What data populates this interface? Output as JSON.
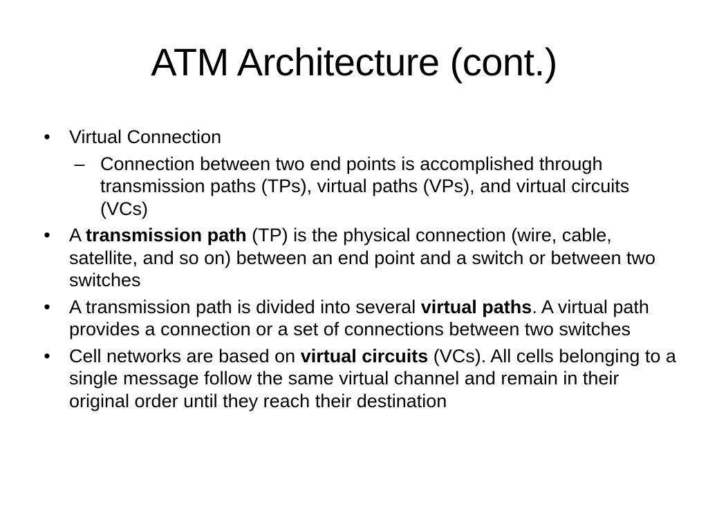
{
  "slide": {
    "title": "ATM Architecture (cont.)",
    "bullet_marker": "•",
    "dash_marker": "–",
    "bullets": [
      {
        "text": "Virtual Connection",
        "sub": [
          {
            "text": "Connection between two end points is accomplished through transmission paths (TPs), virtual paths (VPs), and virtual circuits (VCs)"
          }
        ]
      },
      {
        "pre": "A ",
        "bold": "transmission path",
        "post": " (TP) is the physical connection (wire, cable, satellite, and so on) between an end point and a switch or between two switches"
      },
      {
        "pre": "A transmission path is divided into several ",
        "bold": "virtual paths",
        "post": ". A virtual path provides a connection or a set of connections between two switches"
      },
      {
        "pre": "Cell networks are based on ",
        "bold": "virtual circuits",
        "post": " (VCs). All cells belonging to a single message follow the same virtual channel and remain in their original order until they reach their destination"
      }
    ]
  }
}
